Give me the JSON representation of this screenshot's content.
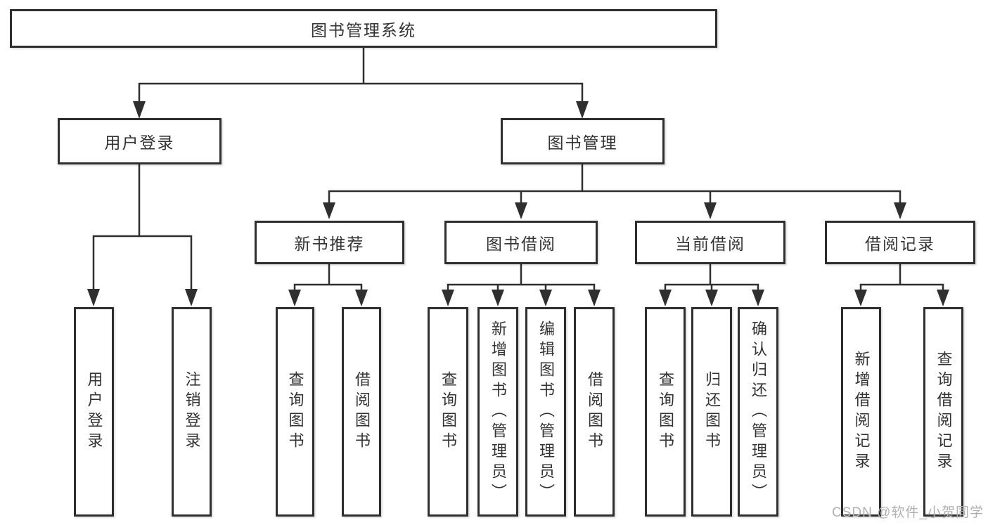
{
  "diagram": {
    "title": {
      "label": "图书管理系统"
    },
    "level2": {
      "user_login": {
        "label": "用户登录"
      },
      "book_management": {
        "label": "图书管理"
      }
    },
    "level3": {
      "new_book_recommend": {
        "label": "新书推荐"
      },
      "book_borrow": {
        "label": "图书借阅"
      },
      "current_borrow": {
        "label": "当前借阅"
      },
      "borrow_record": {
        "label": "借阅记录"
      }
    },
    "leaves": {
      "user_login_login": {
        "label": "用户登录"
      },
      "user_login_logout": {
        "label": "注销登录"
      },
      "recommend_query_book": {
        "label": "查询图书"
      },
      "recommend_borrow_book": {
        "label": "借阅图书"
      },
      "borrow_query_book": {
        "label": "查询图书"
      },
      "borrow_add_book_admin": {
        "label": "新增图书（管理员）"
      },
      "borrow_edit_book_admin": {
        "label": "编辑图书（管理员）"
      },
      "borrow_borrow_book": {
        "label": "借阅图书"
      },
      "current_query_book": {
        "label": "查询图书"
      },
      "current_return_book": {
        "label": "归还图书"
      },
      "current_confirm_return_admin": {
        "label": "确认归还（管理员）"
      },
      "record_add_borrow_record": {
        "label": "新增借阅记录"
      },
      "record_query_borrow_record": {
        "label": "查询借阅记录"
      }
    },
    "watermark": {
      "text": "CSDN @软件_小贺同学"
    },
    "colors": {
      "line": "#2f2f2f",
      "box_border": "#2e2e2e",
      "text": "#333333",
      "watermark": "#b0b0b0",
      "background": "#ffffff"
    }
  }
}
